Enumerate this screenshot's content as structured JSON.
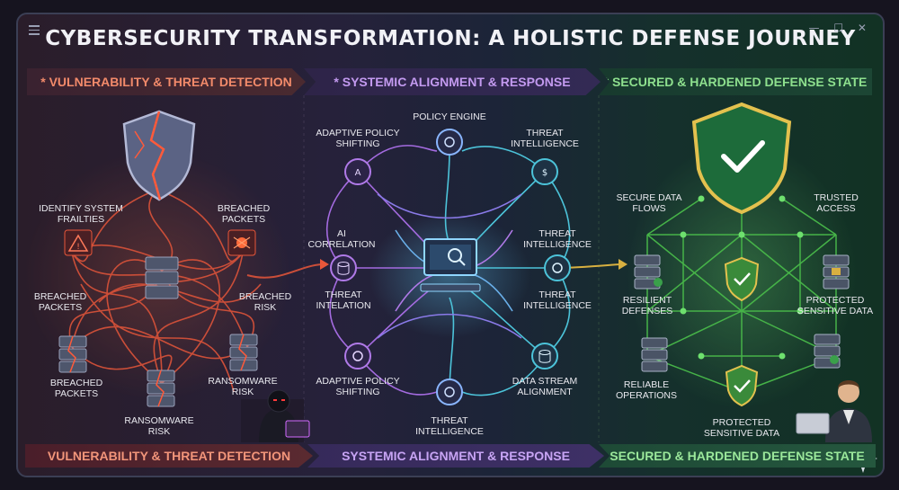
{
  "title": "CYBERSECURITY TRANSFORMATION: A HOLISTIC DEFENSE JOURNEY",
  "tabs": [
    {
      "label": "* VULNERABILITY & THREAT DETECTION",
      "color": "#f28a6a"
    },
    {
      "label": "* SYSTEMIC ALIGNMENT & RESPONSE",
      "color": "#c39af0"
    },
    {
      "label": "* SECURED & HARDENED DEFENSE STATE",
      "color": "#8ee08e"
    }
  ],
  "footer": [
    {
      "label": "VULNERABILITY & THREAT DETECTION"
    },
    {
      "label": "SYSTEMIC ALIGNMENT & RESPONSE"
    },
    {
      "label": "SECURED & HARDENED DEFENSE STATE"
    }
  ],
  "left_labels": {
    "identify": "IDENTIFY SYSTEM FRAILTIES",
    "breached_packets_top": "BREACHED PACKETS",
    "breached_packets_mid": "BREACHED PACKETS",
    "breached_risk": "BREACHED RISK",
    "breached_packets_low": "BREACHED PACKETS",
    "ransomware_right": "RANSOMWARE RISK",
    "ransomware_bottom": "RANSOMWARE RISK"
  },
  "middle_labels": {
    "policy_engine": "POLICY ENGINE",
    "adaptive_top": "ADAPTIVE POLICY SHIFTING",
    "threat_intel_top": "THREAT INTELLIGENCE",
    "ai_correlation": "AI CORRELATION",
    "threat_intel_right": "THREAT INTELLIGENCE",
    "threat_intelation": "THREAT INTELATION",
    "threat_intel_right2": "THREAT INTELLIGENCE",
    "adaptive_bottom": "ADAPTIVE POLICY SHIFTING",
    "data_stream": "DATA STREAM ALIGNMENT",
    "threat_intel_bottom": "THREAT INTELLIGENCE"
  },
  "right_labels": {
    "secure_flows": "SECURE DATA FLOWS",
    "trusted_access": "TRUSTED ACCESS",
    "resilient": "RESILIENT DEFENSES",
    "protected_top": "PROTECTED SENSITIVE DATA",
    "reliable": "RELIABLE OPERATIONS",
    "protected_bottom": "PROTECTED SENSITIVE DATA"
  },
  "colors": {
    "red": "#e8573a",
    "purple": "#a46be0",
    "cyan": "#4cc3d9",
    "green": "#4cc24c",
    "gold": "#d8b040"
  }
}
